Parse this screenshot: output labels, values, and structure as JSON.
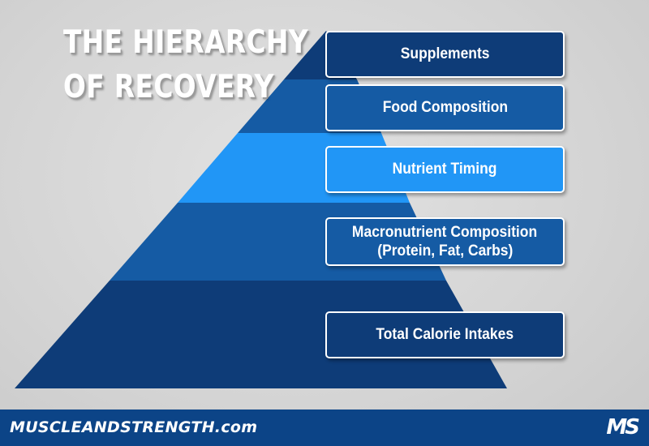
{
  "title": {
    "line1": "THE HIERARCHY",
    "line2": "OF RECOVERY"
  },
  "levels": [
    {
      "line1": "Supplements",
      "line2": "",
      "color": "#0e3c78"
    },
    {
      "line1": "Food Composition",
      "line2": "",
      "color": "#155ba4"
    },
    {
      "line1": "Nutrient Timing",
      "line2": "",
      "color": "#2196f6"
    },
    {
      "line1": "Macronutrient Composition",
      "line2": "(Protein, Fat, Carbs)",
      "color": "#155ba4"
    },
    {
      "line1": "Total Calorie Intakes",
      "line2": "",
      "color": "#0e3c78"
    }
  ],
  "footer": {
    "site_name": "MUSCLEANDSTRENGTH.com",
    "logo_text": "MS",
    "color": "#0c4487"
  }
}
